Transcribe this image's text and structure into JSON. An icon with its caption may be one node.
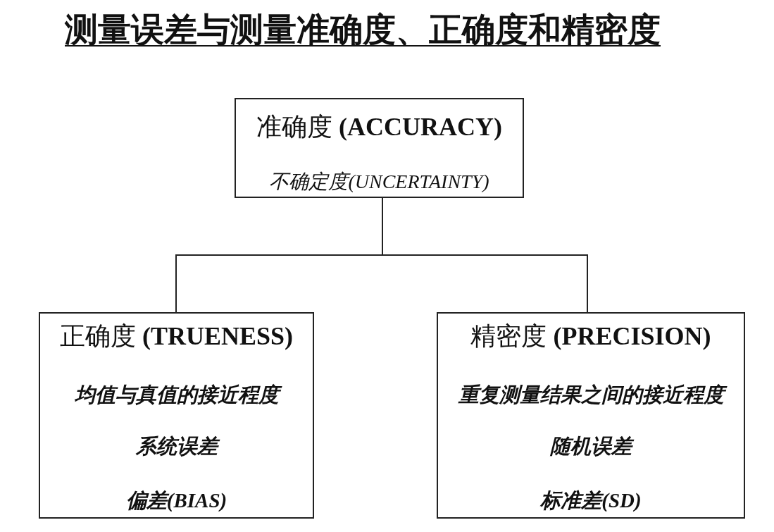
{
  "diagram": {
    "title": "测量误差与测量准确度、正确度和精密度",
    "nodes": [
      {
        "text": [
          "准确度 **(ACCURACY)**",
          "不确定度(UNCERTAINTY)"
        ]
      },
      {
        "text": [
          "正确度 **(TRUENESS)**",
          "均值与真值的接近程度",
          "系统误差",
          "偏差(BIAS)"
        ]
      },
      {
        "text": [
          "精密度 **(PRECISION)**",
          "重复测量结果之间的接近程度",
          "随机误差",
          "标准差(SD)"
        ]
      }
    ],
    "edges": [
      {
        "from": 0,
        "to": 1,
        "arrow": "none"
      },
      {
        "from": 0,
        "to": 2,
        "arrow": "none"
      }
    ]
  }
}
